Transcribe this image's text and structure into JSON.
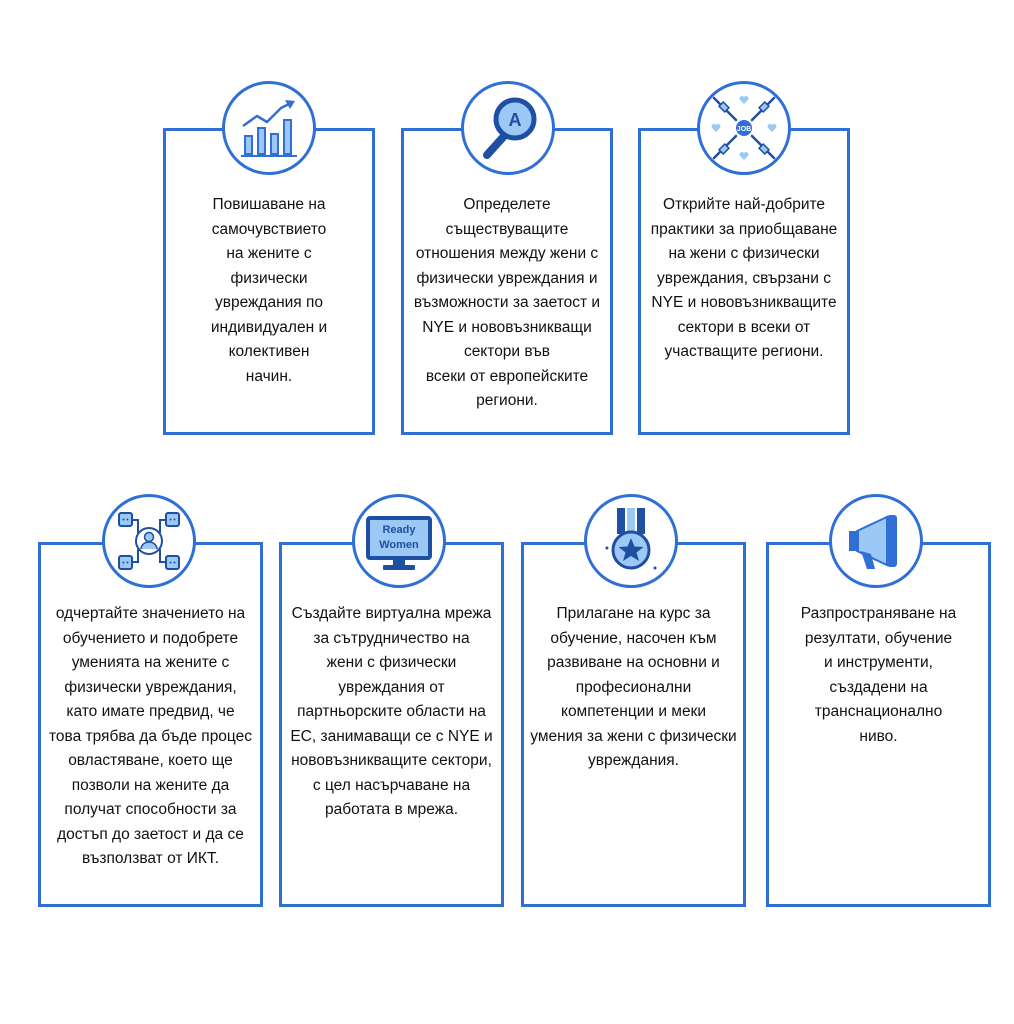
{
  "colors": {
    "accent": "#2f6fd6",
    "icon_fill": "#9cc8f5",
    "icon_dark": "#1f4fa3"
  },
  "cards": [
    {
      "icon": "growth-chart-icon",
      "lines": [
        "Повишаване на",
        "самочувствието",
        "на жените с",
        "физически",
        "увреждания по",
        "индивидуален и",
        "колективен",
        "начин."
      ]
    },
    {
      "icon": "magnifier-icon",
      "icon_text": "A",
      "lines": [
        "Определете",
        "съществуващите",
        "отношения между жени с",
        "физически  увреждания и",
        "възможности за заетост и",
        "NYE и нововъзникващи",
        "сектори във",
        "всеки от европейските",
        "региони."
      ]
    },
    {
      "icon": "job-network-icon",
      "icon_text": "JOB",
      "lines": [
        "Открийте най-добрите",
        "практики за приобщаване",
        "на жени с физически",
        "увреждания, свързани с",
        "NYE и нововъзникващите",
        "сектори в всеки от",
        "участващите региони."
      ]
    },
    {
      "icon": "training-network-icon",
      "lines": [
        "одчертайте значението на",
        "обучението и подобрете",
        "уменията на жените с",
        "физически увреждания,",
        "като имате предвид, че",
        "това трябва да бъде процес",
        "овластяване, което ще",
        "позволи на жените да",
        "получат способности за",
        "достъп до заетост и да се",
        "възползват от ИКТ."
      ]
    },
    {
      "icon": "monitor-icon",
      "icon_text": [
        "Ready",
        "Women"
      ],
      "lines": [
        "Създайте виртуална мрежа",
        "за сътрудничество на",
        "жени с физически",
        "увреждания от",
        "партньорските области на",
        "ЕС, занимаващи се с NYE и",
        "нововъзникващите сектори,",
        "с цел насърчаване на",
        "работата в мрежа."
      ]
    },
    {
      "icon": "medal-icon",
      "lines": [
        "Прилагане на курс за",
        "обучение, насочен към",
        "развиване на основни и",
        "професионални",
        "компетенции и меки",
        "умения за жени с физически",
        "увреждания."
      ]
    },
    {
      "icon": "megaphone-icon",
      "lines": [
        "Разпространяване на",
        "резултати, обучение",
        "и инструменти,",
        "създадени на",
        "транснационално",
        "ниво."
      ]
    }
  ]
}
